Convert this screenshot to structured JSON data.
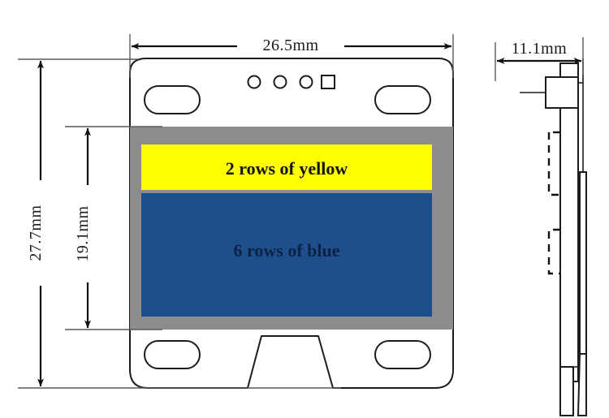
{
  "drawing": {
    "title": "OLED Display Module Dimensional Drawing",
    "units": "mm",
    "views": {
      "front": "front-view",
      "side": "side-view"
    }
  },
  "dimensions": {
    "width_top": "26.5mm",
    "height_overall": "27.7mm",
    "height_bezel": "19.1mm",
    "thickness_side": "11.1mm"
  },
  "display": {
    "yellow_region_label": "2 rows of yellow",
    "blue_region_label": "6 rows of blue",
    "yellow_color": "#ffff00",
    "blue_color": "#1f4e8c",
    "bezel_color": "#8c8c8c",
    "board_color": "#ffffff",
    "outline_color": "#1c1c1c"
  },
  "pads": {
    "count": 4,
    "shapes": [
      "circle",
      "circle",
      "circle",
      "square"
    ]
  }
}
